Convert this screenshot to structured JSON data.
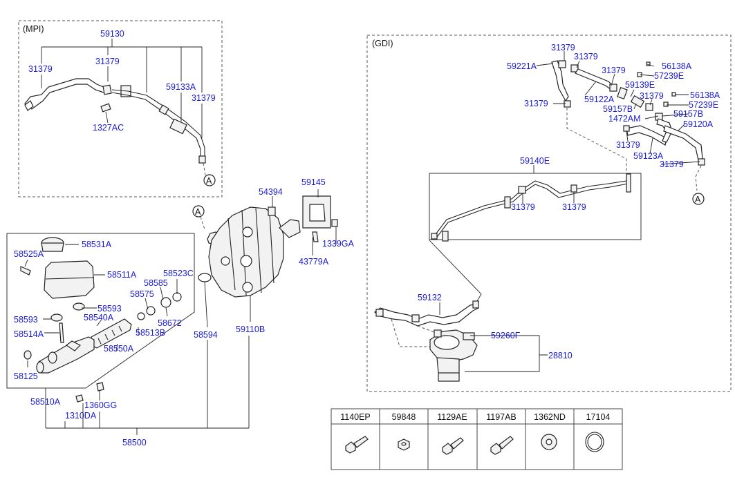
{
  "sections": {
    "mpi": "(MPI)",
    "gdi": "(GDI)"
  },
  "mpi_labels": {
    "l59130": "59130",
    "l31379_a": "31379",
    "l31379_b": "31379",
    "l59133A": "59133A",
    "l31379_c": "31379",
    "l1327AC": "1327AC",
    "refA": "A"
  },
  "gdi_labels": {
    "l31379_1": "31379",
    "l31379_2": "31379",
    "l59221A": "59221A",
    "l56138A_1": "56138A",
    "l31379_3": "31379",
    "l57239E_1": "57239E",
    "l59139E": "59139E",
    "l59122A": "59122A",
    "l31379_4": "31379",
    "l56138A_2": "56138A",
    "l31379_5": "31379",
    "l59157B_1": "59157B",
    "l57239E_2": "57239E",
    "l1472AM": "1472AM",
    "l59157B_2": "59157B",
    "l59120A": "59120A",
    "l31379_6": "31379",
    "l59123A": "59123A",
    "l31379_7": "31379",
    "refA": "A",
    "l59140E": "59140E",
    "l31379_8": "31379",
    "l31379_9": "31379",
    "l59132": "59132",
    "l59260F": "59260F",
    "l28810": "28810"
  },
  "booster_labels": {
    "l54394": "54394",
    "l59145": "59145",
    "l1339GA": "1339GA",
    "l43779A": "43779A",
    "l59110B": "59110B",
    "l58594": "58594",
    "refA": "A",
    "l58500": "58500"
  },
  "mc_labels": {
    "l58531A": "58531A",
    "l58525A": "58525A",
    "l58511A": "58511A",
    "l58523C": "58523C",
    "l58585": "58585",
    "l58575": "58575",
    "l58593_1": "58593",
    "l58593_2": "58593",
    "l58540A": "58540A",
    "l58672": "58672",
    "l58513B": "58513B",
    "l58514A": "58514A",
    "l58550A": "58550A",
    "l58125": "58125",
    "l58510A": "58510A",
    "l1360GG": "1360GG",
    "l1310DA": "1310DA"
  },
  "fastener_table": {
    "headers": [
      "1140EP",
      "59848",
      "1129AE",
      "1197AB",
      "1362ND",
      "17104"
    ],
    "icons": [
      "flange-bolt-icon",
      "nut-icon",
      "flange-bolt-icon",
      "flange-bolt-icon",
      "washer-icon",
      "ring-icon"
    ]
  }
}
